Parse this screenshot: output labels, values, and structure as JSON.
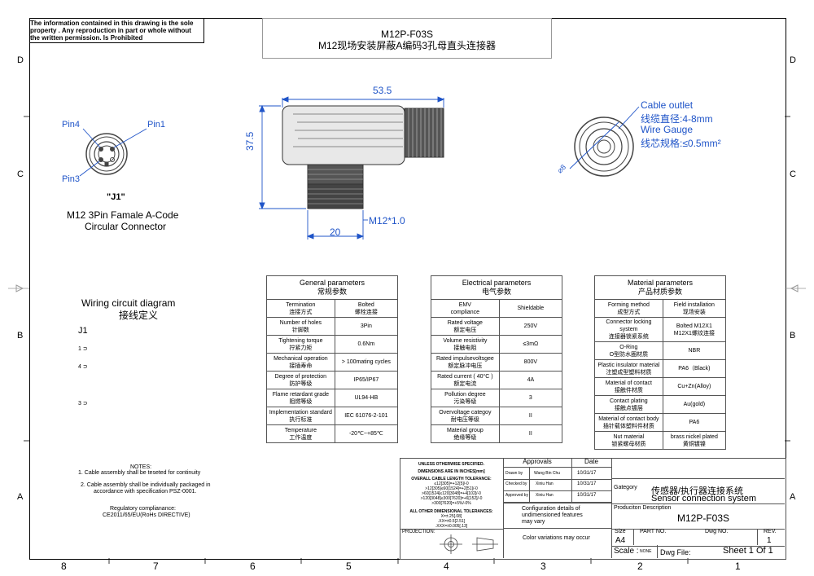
{
  "notice": "The information contained in this drawing is the sole property . Any reproduction in part or whole without the written permission. Is Prohibited",
  "header": {
    "part": "M12P-F03S",
    "title": "M12现场安装屏蔽A编码3孔母直头连接器"
  },
  "zones": {
    "rows_left": [
      "D",
      "C",
      "B",
      "A"
    ],
    "rows_right": [
      "D",
      "C",
      "B",
      "A"
    ],
    "cols": [
      "8",
      "7",
      "6",
      "5",
      "4",
      "3",
      "2",
      "1"
    ]
  },
  "front_view": {
    "pin4": "Pin4",
    "pin1": "Pin1",
    "pin3": "Pin3",
    "name": "\"J1\"",
    "desc1": "M12 3Pin Famale A-Code",
    "desc2": "Circular Connector"
  },
  "dims": {
    "width": "53.5",
    "height": "37.5",
    "base": "20",
    "thread": "M12*1.0",
    "dia": "⌀8"
  },
  "cable": {
    "l1": "Cable outlet",
    "l2": "线缆直径:4-8mm",
    "l3": "Wire Gauge",
    "l4": "线芯规格:≤0.5mm²"
  },
  "wiring": {
    "title_en": "Wiring circuit diagram",
    "title_cn": "接线定义",
    "j1": "J1",
    "p1": "1 ⊃",
    "p4": "4 ⊃",
    "p3": "3 ⊃"
  },
  "general": {
    "title": "General parameters",
    "title_cn": "常规参数",
    "rows": [
      [
        "Termination",
        "连接方式",
        "Bolted",
        "螺栓连接"
      ],
      [
        "Number of holes",
        "针脚数",
        "3Pin",
        ""
      ],
      [
        "Tightening torque",
        "拧紧力矩",
        "0.6Nm",
        ""
      ],
      [
        "Mechanical operation",
        "接插寿命",
        "> 100mating cycles",
        ""
      ],
      [
        "Degree of protection",
        "防护等级",
        "IP65/IP67",
        ""
      ],
      [
        "Flame retardant grade",
        "阻燃等级",
        "UL94-HB",
        ""
      ],
      [
        "Implementation standard",
        "执行标准",
        "IEC 61076-2-101",
        ""
      ],
      [
        "Temperature",
        "工作温度",
        "-20℃~+85℃",
        ""
      ]
    ]
  },
  "electrical": {
    "title": "Electrical parameters",
    "title_cn": "电气参数",
    "rows": [
      [
        "EMV",
        "compliance",
        "Shieldable",
        ""
      ],
      [
        "Rated voltage",
        "额定电压",
        "250V",
        ""
      ],
      [
        "Volume resistivity",
        "接触电阻",
        "≤3mΩ",
        ""
      ],
      [
        "Rated impulsevoltsgee",
        "额定脉冲电压",
        "800V",
        ""
      ],
      [
        "Rated current ( 40°C )",
        "额定电流",
        "4A",
        ""
      ],
      [
        "Pollution degree",
        "污染等级",
        "3",
        ""
      ],
      [
        "Overvoltage categoy",
        "耐电压等级",
        "II",
        ""
      ],
      [
        "Material group",
        "绝缘等级",
        "II",
        ""
      ]
    ]
  },
  "material": {
    "title": "Material parameters",
    "title_cn": "产品材质参数",
    "rows": [
      [
        "Forming method",
        "成型方式",
        "Field installation",
        "现场安装"
      ],
      [
        "Connector locking system",
        "连接器锁紧系统",
        "Bolted M12X1",
        "M12X1螺纹连接"
      ],
      [
        "O-Ring",
        "O型防水圈材质",
        "NBR",
        ""
      ],
      [
        "Plastic insulator material",
        "注塑成型塑料材质",
        "PA6（Black)",
        ""
      ],
      [
        "Material of contact",
        "接触件材质",
        "Cu+Zn(Alloy)",
        ""
      ],
      [
        "Contact plating",
        "接触点镀层",
        "Au(gold)",
        ""
      ],
      [
        "Material of contact body",
        "插针载体塑料件材质",
        "PA6",
        ""
      ],
      [
        "Nut material",
        "锁紧螺母材质",
        "brass nickel plated",
        "黄铜镀镍"
      ]
    ]
  },
  "notes": {
    "title": "NOTES:",
    "n1": "1. Cable assembly shall be teseted for continuity",
    "n2a": "2. Cable assembly shall be individually packaged in",
    "n2b": "accordance with  specification PSZ-0001.",
    "r1": "Regulatory complianance:",
    "r2": "CE2011/65/EU(RoHs DIRECTIVE)"
  },
  "titleblock": {
    "unless": "UNLESS OTHERWISE SPECIFIED.",
    "dims_in": "DIMENSIONS ARE IN INCHES[mm]",
    "overall": "OVERALL CABLE LENGTH TOLERANCE:",
    "tol1": "≤12[305]=+12[5]/-0",
    "tol2": ">12[305]≤60[1524]=+2[51]/-0",
    "tol3": ">60[1524]≤120[3048]=+4[102]/-0",
    "tol4": ">120[3048]≤300[7620]=+6[152]/-0",
    "tol5": ">300[7620]=+5%/-0%",
    "other": "ALL OTHER DIMENSIONAL TOLERANCES:",
    "o1": "X=±.25[.08]",
    "o2": ".XX=±0.5[2.51]",
    "o3": ".XXX=±0.005[.13]",
    "projection": "PROJECTION:",
    "approvals": "Approvals",
    "date": "Date",
    "drawn": "Drawn by",
    "drawn_name": "Wang Bin Chu",
    "drawn_date": "10/31/17",
    "checked": "Checked by",
    "checked_name": "Xiniu Han",
    "checked_date": "10/31/17",
    "approved": "Approved by",
    "approved_name": "Xiniu Han",
    "approved_date": "10/31/17",
    "config1": "Configuration details of",
    "config2": "undimensioned features",
    "config3": "may vary",
    "color": "Color variations may occur",
    "category_label": "Gategory",
    "category_cn": "传感器/执行器连接系统",
    "category_en": "Sensor connection system",
    "prod_label": "Produciton Description",
    "prod": "M12P-F03S",
    "size_label": "Size",
    "size": "A4",
    "partno": "PART NO.",
    "dwgno": "Dwg NO.",
    "rev_label": "REV.",
    "rev": "1",
    "scale_label": "Scale :",
    "scale": "NONE",
    "dwgfile": "Dwg File:",
    "sheet": "Sheet 1 Of 1"
  }
}
